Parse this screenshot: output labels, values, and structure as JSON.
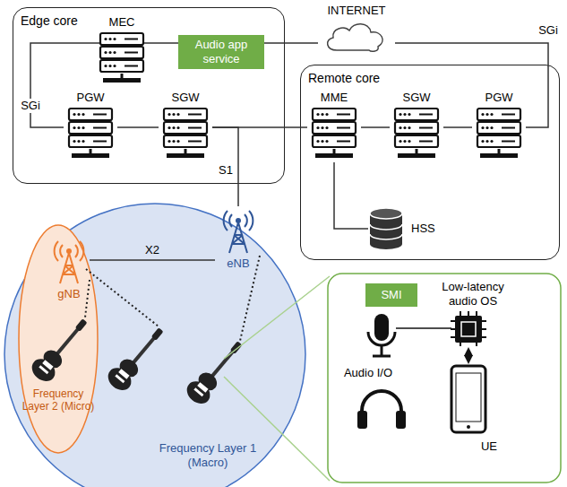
{
  "diagram": {
    "nodes": [
      {
        "text": [
          "Edge core"
        ]
      },
      {
        "text": [
          "MEC"
        ],
        "in": 0
      },
      {
        "text": [
          "Audio app service"
        ],
        "in": 0
      },
      {
        "text": [
          "PGW"
        ],
        "in": 0
      },
      {
        "text": [
          "SGW"
        ],
        "in": 0
      },
      {
        "text": [
          "INTERNET"
        ]
      },
      {
        "text": [
          "Remote core"
        ]
      },
      {
        "text": [
          "MME"
        ],
        "in": 6
      },
      {
        "text": [
          "SGW"
        ],
        "in": 6
      },
      {
        "text": [
          "PGW"
        ],
        "in": 6
      },
      {
        "text": [
          "HSS"
        ],
        "in": 6
      },
      {
        "text": [
          "Frequency Layer 1 (Macro)"
        ]
      },
      {
        "text": [
          "Frequency Layer 2 (Micro)"
        ],
        "in": 11
      },
      {
        "text": [
          "gNB"
        ],
        "in": 12
      },
      {
        "text": [
          "eNB"
        ],
        "in": 11
      },
      {
        "text": [
          "SMI"
        ]
      }
    ],
    "edges": [
      {
        "from": 3,
        "to": 5,
        "label": "SGi",
        "arrow": "none"
      },
      {
        "from": 3,
        "to": 4,
        "arrow": "none"
      },
      {
        "from": 4,
        "to": 7,
        "arrow": "none"
      },
      {
        "from": 4,
        "to": 14,
        "label": "S1",
        "arrow": "none"
      },
      {
        "from": 7,
        "to": 8,
        "arrow": "none"
      },
      {
        "from": 8,
        "to": 9,
        "arrow": "none"
      },
      {
        "from": 7,
        "to": 10,
        "arrow": "none"
      },
      {
        "from": 5,
        "to": 9,
        "label": "SGi",
        "arrow": "none"
      },
      {
        "from": 13,
        "to": 14,
        "label": "X2",
        "arrow": "none"
      }
    ],
    "labels": [
      "Audio I/O",
      "Low-latency audio OS",
      "UE"
    ]
  }
}
